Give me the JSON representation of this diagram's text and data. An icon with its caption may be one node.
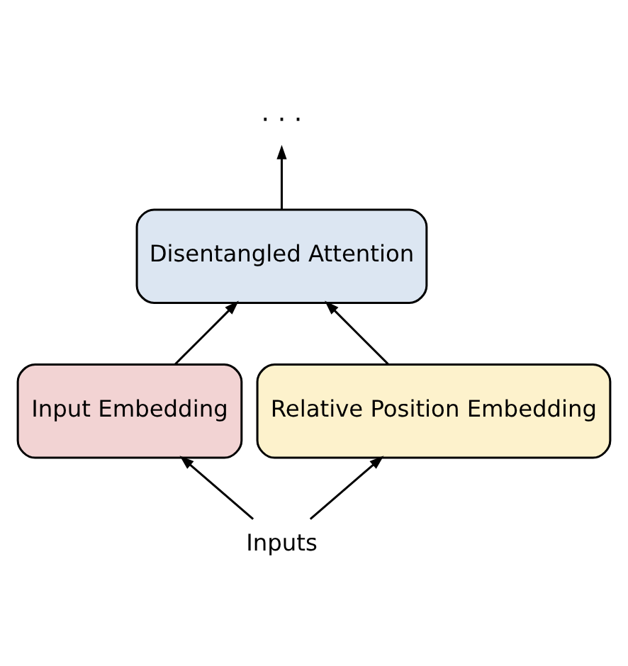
{
  "diagram": {
    "nodes": [
      {
        "text": [
          "· · ·"
        ]
      },
      {
        "text": [
          "Disentangled Attention"
        ]
      },
      {
        "text": [
          "Input Embedding"
        ]
      },
      {
        "text": [
          "Relative Position Embedding"
        ]
      },
      {
        "text": [
          "Inputs"
        ]
      }
    ],
    "edges": [
      {
        "from": 1,
        "to": 0,
        "arrow": "to"
      },
      {
        "from": 2,
        "to": 1,
        "arrow": "to"
      },
      {
        "from": 3,
        "to": 1,
        "arrow": "to"
      },
      {
        "from": 4,
        "to": 2,
        "arrow": "to"
      },
      {
        "from": 4,
        "to": 3,
        "arrow": "to"
      }
    ]
  }
}
